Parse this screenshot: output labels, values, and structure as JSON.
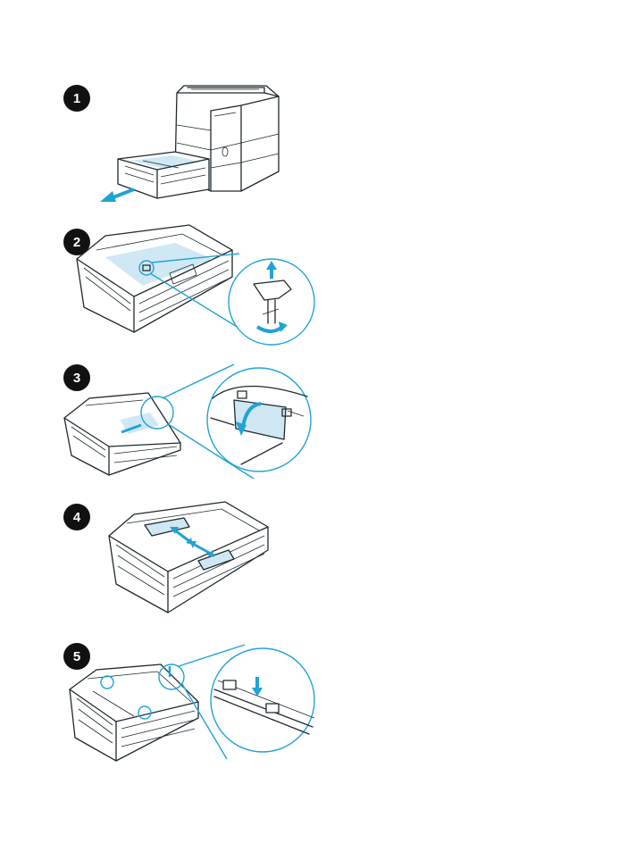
{
  "colors": {
    "accent": "#21a3d6",
    "tint": "#cfe8f4",
    "line": "#1f2a30",
    "badge": "#111111"
  },
  "steps": [
    {
      "number": "1",
      "illustration": "printer-tray-pull-out"
    },
    {
      "number": "2",
      "illustration": "tray-plate-lock-remove"
    },
    {
      "number": "3",
      "illustration": "tray-rear-guide-flip"
    },
    {
      "number": "4",
      "illustration": "tray-side-guides-adjust"
    },
    {
      "number": "5",
      "illustration": "tray-tabs-check"
    }
  ]
}
